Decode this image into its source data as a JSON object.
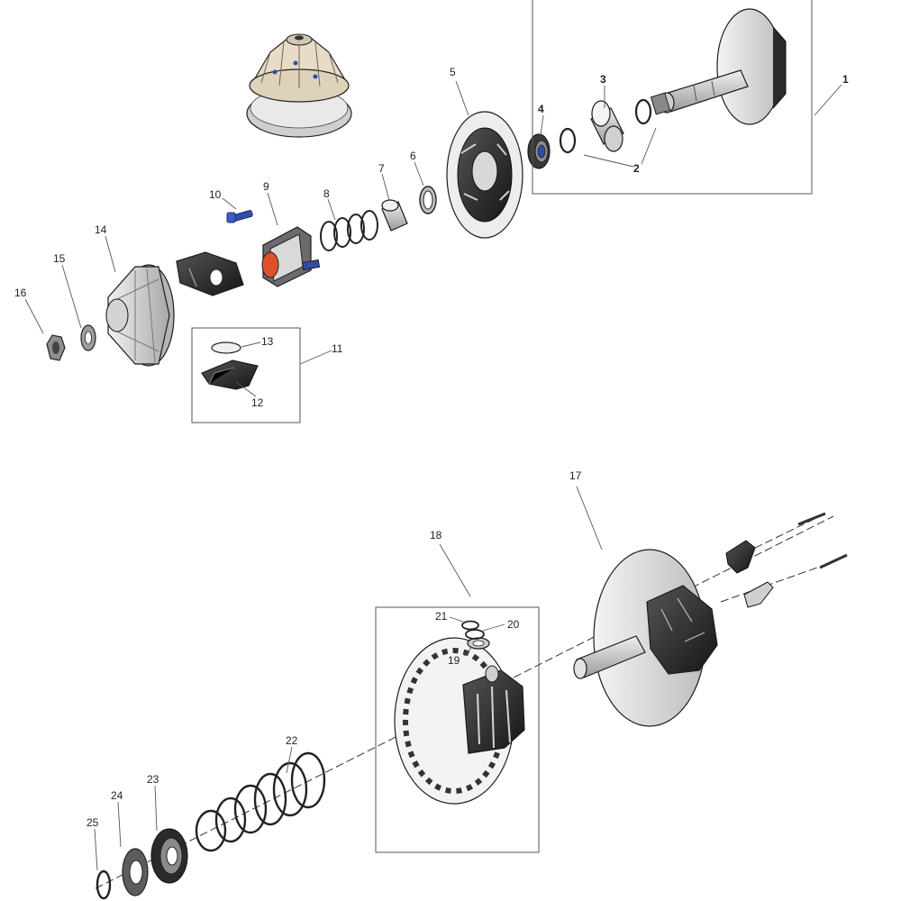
{
  "callouts": {
    "c1": "1",
    "c2": "2",
    "c3": "3",
    "c4": "4",
    "c5": "5",
    "c6": "6",
    "c7": "7",
    "c8": "8",
    "c9": "9",
    "c10": "10",
    "c11": "11",
    "c12": "12",
    "c13": "13",
    "c14": "14",
    "c15": "15",
    "c16": "16",
    "c17": "17",
    "c18": "18",
    "c19": "19",
    "c20": "20",
    "c21": "21",
    "c22": "22",
    "c23": "23",
    "c24": "24",
    "c25": "25"
  },
  "colors": {
    "part_dark": "#2a2a2a",
    "part_gray": "#8d8d8d",
    "part_light": "#dcdcdc",
    "part_white": "#f6f6f6",
    "accent_blue": "#2f4ea8",
    "accent_orange": "#e0502a",
    "assembly_tan": "#e8dcc6"
  }
}
